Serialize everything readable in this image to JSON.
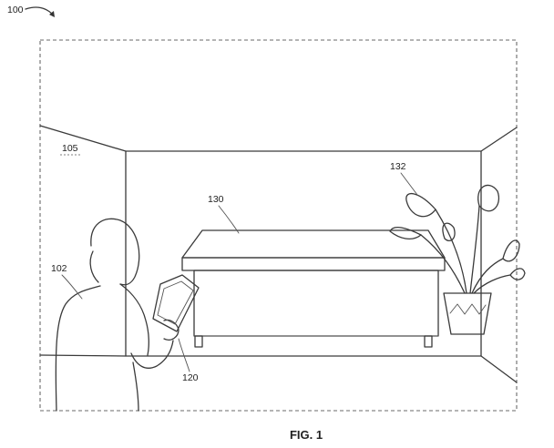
{
  "figure": {
    "ref_main": "100",
    "ref_environment": "105",
    "ref_user": "102",
    "ref_device": "120",
    "ref_desk": "130",
    "ref_plant": "132",
    "caption": "FIG. 1"
  }
}
